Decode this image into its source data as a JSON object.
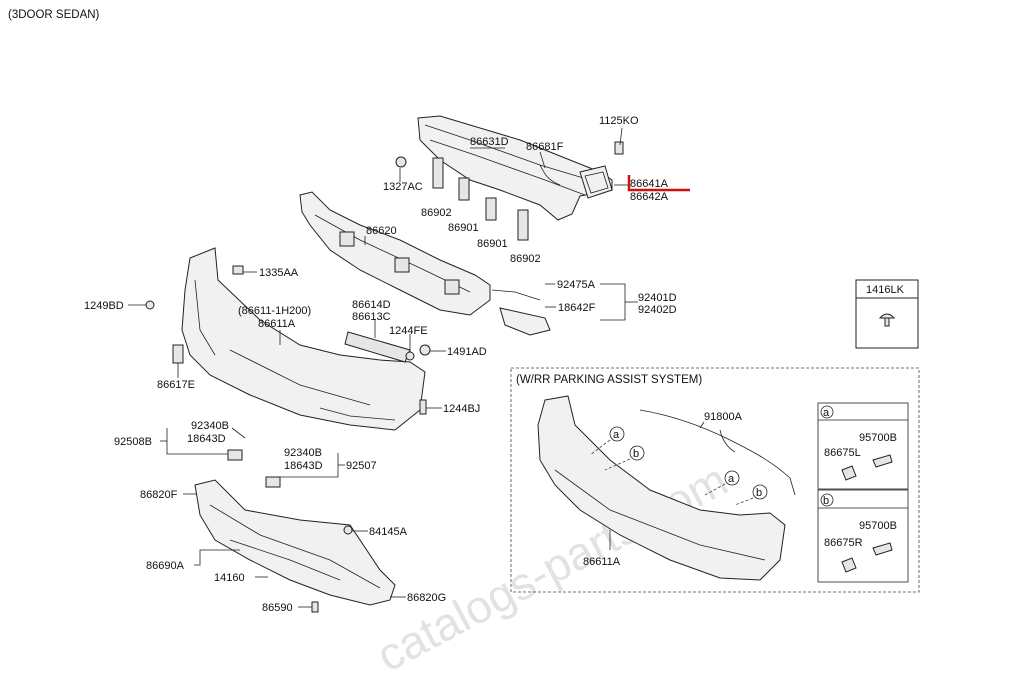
{
  "title": "(3DOOR SEDAN)",
  "watermark": "catalogs-parts.com",
  "parts": {
    "p1125KO": "1125KO",
    "p86631D": "86631D",
    "p86681F": "86681F",
    "p86641A": "86641A",
    "p86642A": "86642A",
    "p1327AC": "1327AC",
    "p86902a": "86902",
    "p86901a": "86901",
    "p86901b": "86901",
    "p86902b": "86902",
    "p86620": "86620",
    "p1335AA": "1335AA",
    "p1249BD": "1249BD",
    "p86611_1H200": "(86611-1H200)",
    "p86611A": "86611A",
    "p86614D": "86614D",
    "p86613C": "86613C",
    "p1244FE": "1244FE",
    "p1491AD": "1491AD",
    "p92475A": "92475A",
    "p18642F": "18642F",
    "p92401D": "92401D",
    "p92402D": "92402D",
    "p86617E": "86617E",
    "p1244BJ": "1244BJ",
    "p92340B_a": "92340B",
    "p18643D_a": "18643D",
    "p92508B": "92508B",
    "p92340B_b": "92340B",
    "p18643D_b": "18643D",
    "p92507": "92507",
    "p86820F": "86820F",
    "p84145A": "84145A",
    "p86690A": "86690A",
    "p14160": "14160",
    "p86820G": "86820G",
    "p86590": "86590"
  },
  "box1416": {
    "label": "1416LK"
  },
  "parking": {
    "title": "(W/RR PARKING ASSIST SYSTEM)",
    "p91800A": "91800A",
    "p86611A": "86611A",
    "callout_a": "a",
    "callout_b": "b",
    "sub_a": {
      "tag": "a",
      "p95700B": "95700B",
      "p86675L": "86675L"
    },
    "sub_b": {
      "tag": "b",
      "p95700B": "95700B",
      "p86675R": "86675R"
    }
  },
  "colors": {
    "highlight": "#d01010",
    "line": "#222222"
  }
}
